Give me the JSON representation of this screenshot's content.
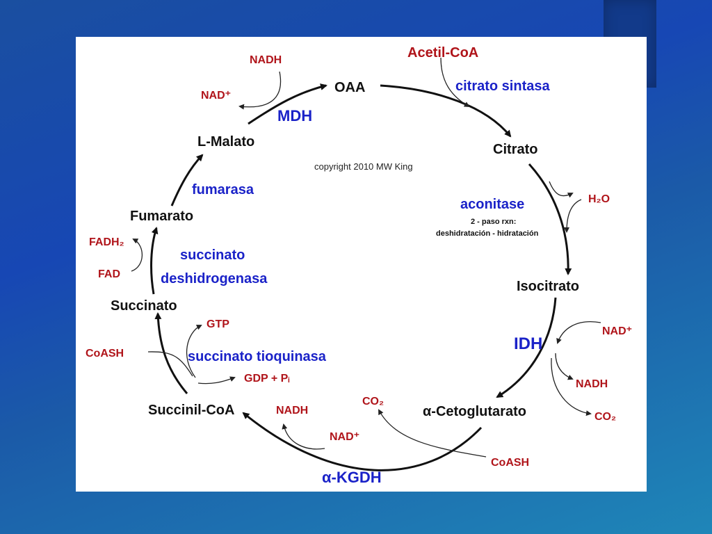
{
  "metabolites": {
    "oaa": "OAA",
    "citrato": "Citrato",
    "isocitrato": "Isocitrato",
    "cetoglutarato": "α-Cetoglutarato",
    "succinil_coa": "Succinil-CoA",
    "succinato": "Succinato",
    "fumarato": "Fumarato",
    "malato": "L-Malato",
    "acetil_coa": "Acetil-CoA"
  },
  "enzymes": {
    "citrato_sintasa": "citrato sintasa",
    "aconitase": "aconitase",
    "idh": "IDH",
    "akgdh": "α-KGDH",
    "succinato_tioquinasa": "succinato tioquinasa",
    "succinato_deshidrogenasa_1": "succinato",
    "succinato_deshidrogenasa_2": "deshidrogenasa",
    "fumarasa": "fumarasa",
    "mdh": "MDH"
  },
  "cofactors": {
    "h2o": "H₂O",
    "nad_plus": "NAD⁺",
    "nadh": "NADH",
    "co2": "CO₂",
    "coash": "CoASH",
    "gtp": "GTP",
    "gdp_pi": "GDP + Pᵢ",
    "fadh2": "FADH₂",
    "fad": "FAD"
  },
  "notes": {
    "aconitase_line1": "2 - paso rxn:",
    "aconitase_line2": "deshidratación - hidratación",
    "copyright": "copyright 2010 MW King"
  },
  "colors": {
    "metabolite": "#111111",
    "enzyme": "#1a22c8",
    "cofactor": "#b0141a"
  }
}
